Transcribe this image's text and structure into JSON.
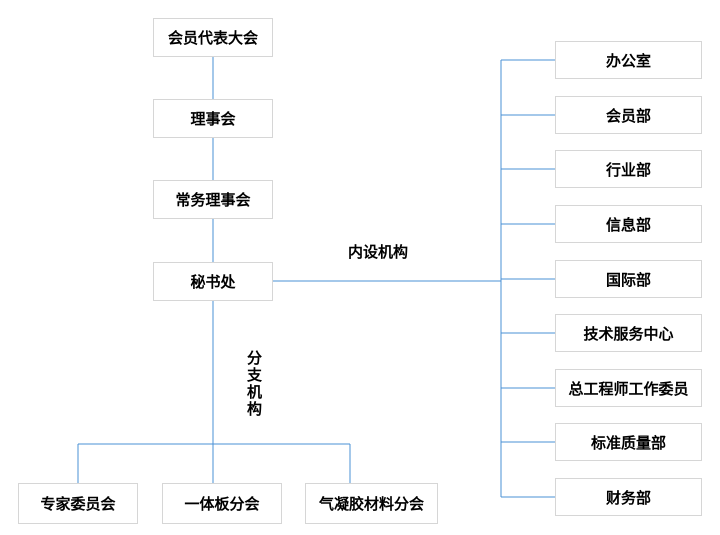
{
  "diagram": {
    "type": "org-chart",
    "colors": {
      "connector": "#4a90d5",
      "box_border": "#d6d6d6",
      "box_background": "#ffffff",
      "text": "#000000",
      "page_background": "#ffffff"
    },
    "hierarchy_chain": [
      "会员代表大会",
      "理事会",
      "常务理事会",
      "秘书处"
    ],
    "group_labels": {
      "internal": "内设机构",
      "branch": "分支机构"
    },
    "internal_departments": [
      "办公室",
      "会员部",
      "行业部",
      "信息部",
      "国际部",
      "技术服务中心",
      "总工程师工作委员",
      "标准质量部",
      "财务部"
    ],
    "branch_organizations": [
      "专家委员会",
      "一体板分会",
      "气凝胶材料分会"
    ]
  }
}
